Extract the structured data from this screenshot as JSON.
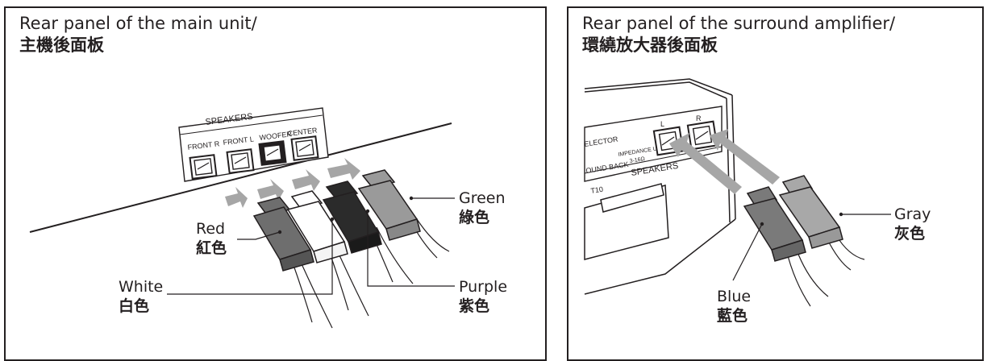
{
  "left_panel": {
    "title_en": "Rear panel of the main unit/",
    "title_zh": "主機後面板",
    "speakers_heading": "SPEAKERS",
    "jacks": [
      "FRONT R",
      "FRONT L",
      "WOOFER",
      "CENTER"
    ],
    "labels": {
      "red_en": "Red",
      "red_zh": "紅色",
      "white_en": "White",
      "white_zh": "白色",
      "green_en": "Green",
      "green_zh": "綠色",
      "purple_en": "Purple",
      "purple_zh": "紫色"
    }
  },
  "right_panel": {
    "title_en": "Rear panel of the surround amplifier/",
    "title_zh": "環繞放大器後面板",
    "speakers_heading": "SPEAKERS",
    "selector_text": "ELECTOR",
    "sound_back_text": "OUND BACK",
    "impedance_line1": "IMPEDANCE USE",
    "impedance_line2": "3-16Ω",
    "jack_l": "L",
    "jack_r": "R",
    "t10_text": "T10",
    "labels": {
      "gray_en": "Gray",
      "gray_zh": "灰色",
      "blue_en": "Blue",
      "blue_zh": "藍色"
    }
  },
  "colors": {
    "red_plug": "#6e6e6e",
    "white_plug": "#ffffff",
    "purple_plug": "#2b2b2b",
    "green_plug": "#9a9a9a",
    "blue_plug": "#7a7a7a",
    "gray_plug": "#a8a8a8",
    "arrow": "#a6a6a6",
    "outline": "#231f20"
  }
}
